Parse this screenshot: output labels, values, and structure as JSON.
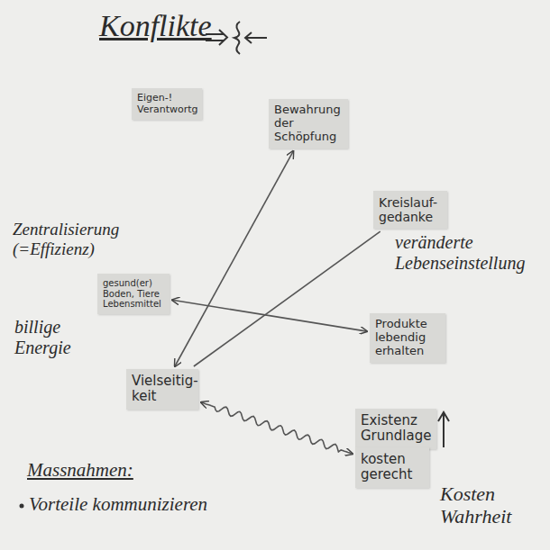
{
  "diagram": {
    "title": "Konflikte",
    "nodes": [
      {
        "text": [
          "Eigen-! Verantwortg"
        ]
      },
      {
        "text": [
          "Bewahrung der Schöpfung"
        ]
      },
      {
        "text": [
          "Kreislauf-gedanke"
        ]
      },
      {
        "text": [
          "gesund(er) Boden, Tiere Lebensmittel"
        ]
      },
      {
        "text": [
          "Produkte lebendig erhalten"
        ]
      },
      {
        "text": [
          "Vielseitig-keit"
        ]
      },
      {
        "text": [
          "Existenz Grundlage"
        ]
      },
      {
        "text": [
          "kosten gerecht"
        ]
      }
    ],
    "edges": [
      {
        "from": 5,
        "to": 1,
        "arrow": "both"
      },
      {
        "from": 5,
        "to": 2,
        "arrow": "none"
      },
      {
        "from": 3,
        "to": 4,
        "arrow": "both"
      },
      {
        "from": 5,
        "to": 7,
        "arrow": "both"
      }
    ],
    "labels": [
      "Zentralisierung (=Effizienz)",
      "billige Energie",
      "veränderte Lebenseinstellung",
      "Kosten Wahrheit",
      "Massnahmen:",
      "Vorteile kommunizieren"
    ]
  }
}
